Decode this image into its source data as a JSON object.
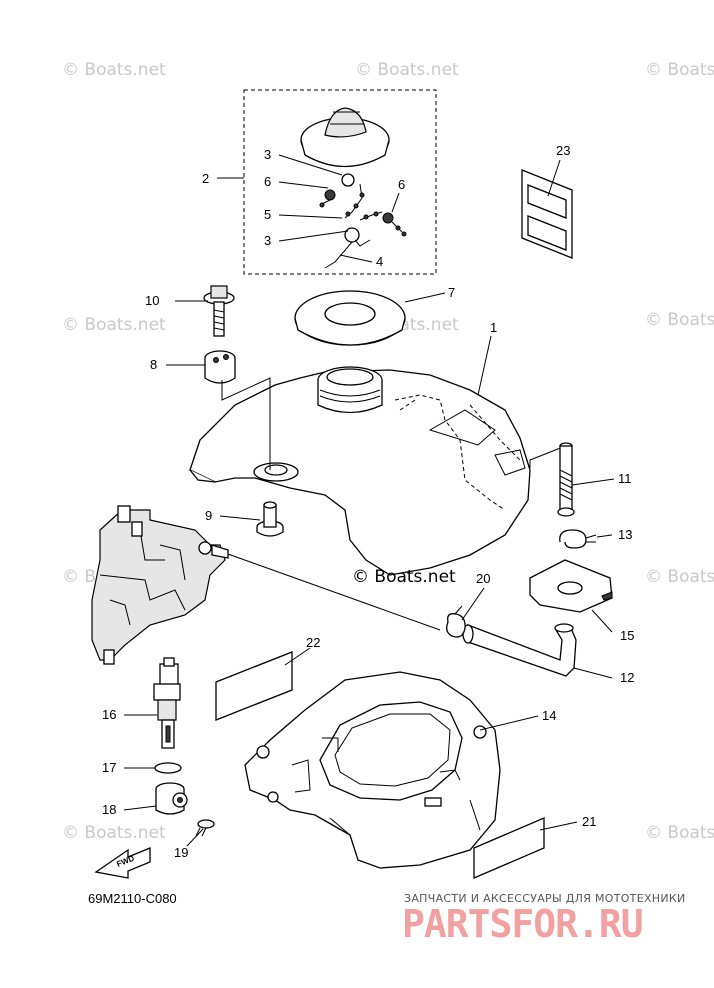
{
  "watermark": "© Boats.net",
  "diagram_code": "69M2110-C080",
  "fwd_label": "FWD",
  "brand_tagline": "ЗАПЧАСТИ И АКСЕССУАРЫ ДЛЯ МОТОТЕХНИКИ",
  "brand_name": "PARTSFOR.RU",
  "callouts": {
    "c1": "1",
    "c2": "2",
    "c3a": "3",
    "c3b": "3",
    "c4": "4",
    "c5": "5",
    "c6a": "6",
    "c6b": "6",
    "c7": "7",
    "c8": "8",
    "c9": "9",
    "c10": "10",
    "c11": "11",
    "c12": "12",
    "c13": "13",
    "c14": "14",
    "c15": "15",
    "c16": "16",
    "c17": "17",
    "c18": "18",
    "c19": "19",
    "c20": "20",
    "c21": "21",
    "c22": "22",
    "c23": "23"
  },
  "colors": {
    "line": "#000000",
    "watermark": "#c9c9c9",
    "brand": "#f2a0a0"
  }
}
